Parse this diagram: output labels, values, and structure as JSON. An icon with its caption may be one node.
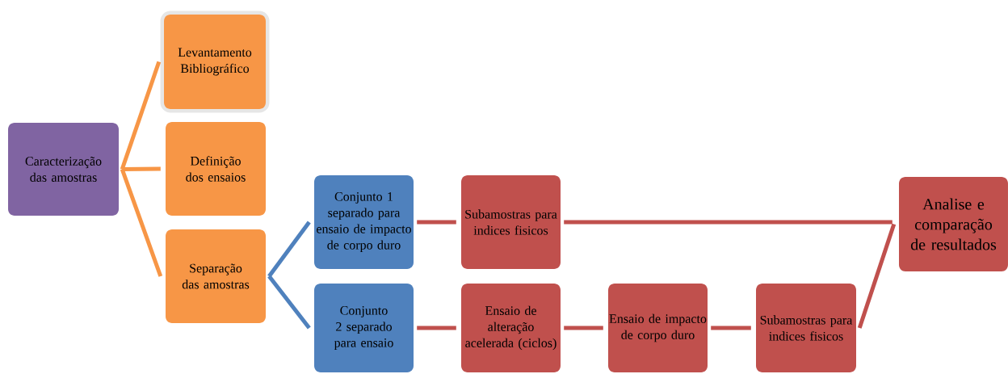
{
  "diagram": {
    "nodes": [
      {
        "text": [
          "Caracterização das amostras"
        ]
      },
      {
        "text": [
          "Levantamento Bibliográfico"
        ]
      },
      {
        "text": [
          "Definição dos ensaios"
        ]
      },
      {
        "text": [
          "Separação das amostras"
        ]
      },
      {
        "text": [
          "Conjunto 1 separado para ensaio de impacto de corpo duro"
        ]
      },
      {
        "text": [
          "Conjunto 2 separado para ensaio"
        ]
      },
      {
        "text": [
          "Subamostras para indices fisicos"
        ]
      },
      {
        "text": [
          "Ensaio de alteração acelerada (ciclos)"
        ]
      },
      {
        "text": [
          "Ensaio de impacto de corpo duro"
        ]
      },
      {
        "text": [
          "Subamostras para indices fisicos"
        ]
      },
      {
        "text": [
          "Analise e comparação de resultados"
        ]
      }
    ],
    "edges": [
      {
        "from": 0,
        "to": 1,
        "arrow": "none",
        "color": "#f79646"
      },
      {
        "from": 0,
        "to": 2,
        "arrow": "none",
        "color": "#f79646"
      },
      {
        "from": 0,
        "to": 3,
        "arrow": "none",
        "color": "#f79646"
      },
      {
        "from": 3,
        "to": 4,
        "arrow": "none",
        "color": "#4f81bd"
      },
      {
        "from": 3,
        "to": 5,
        "arrow": "none",
        "color": "#4f81bd"
      },
      {
        "from": 4,
        "to": 6,
        "arrow": "none"
      },
      {
        "from": 5,
        "to": 7,
        "arrow": "none"
      },
      {
        "from": 7,
        "to": 8,
        "arrow": "none"
      },
      {
        "from": 8,
        "to": 9,
        "arrow": "none"
      },
      {
        "from": 6,
        "to": 10,
        "arrow": "none"
      },
      {
        "from": 9,
        "to": 10,
        "arrow": "none"
      }
    ]
  }
}
